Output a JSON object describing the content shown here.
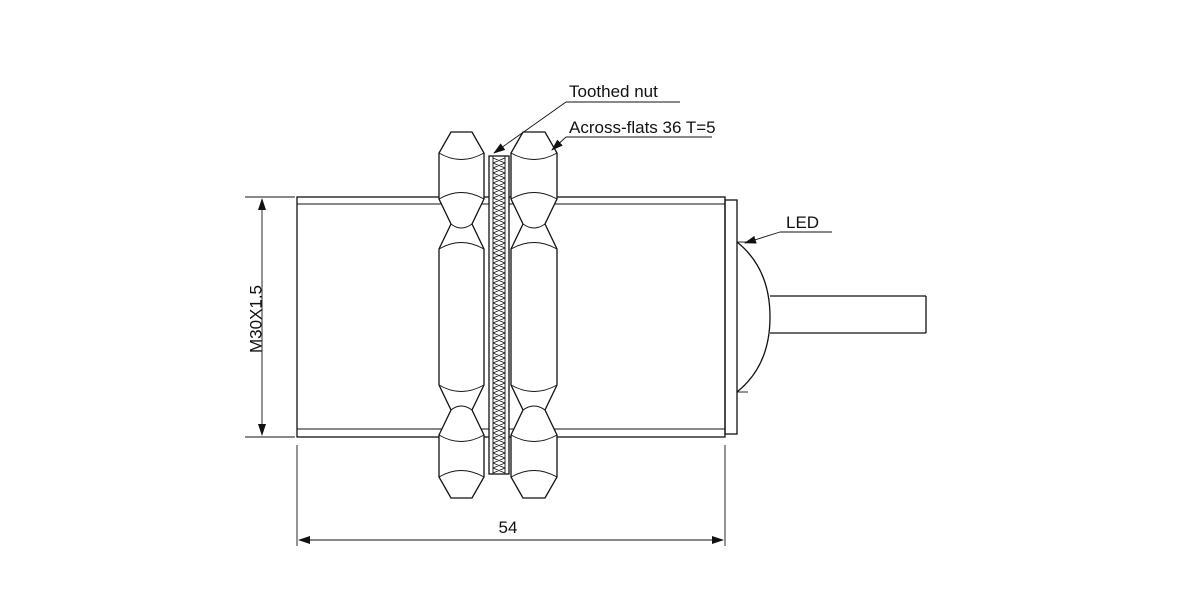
{
  "labels": {
    "toothed_nut": "Toothed nut",
    "across_flats": "Across-flats 36 T=5",
    "led": "LED",
    "thread": "M30X1.5",
    "length": "54"
  },
  "colors": {
    "line": "#111111",
    "background": "#ffffff"
  }
}
